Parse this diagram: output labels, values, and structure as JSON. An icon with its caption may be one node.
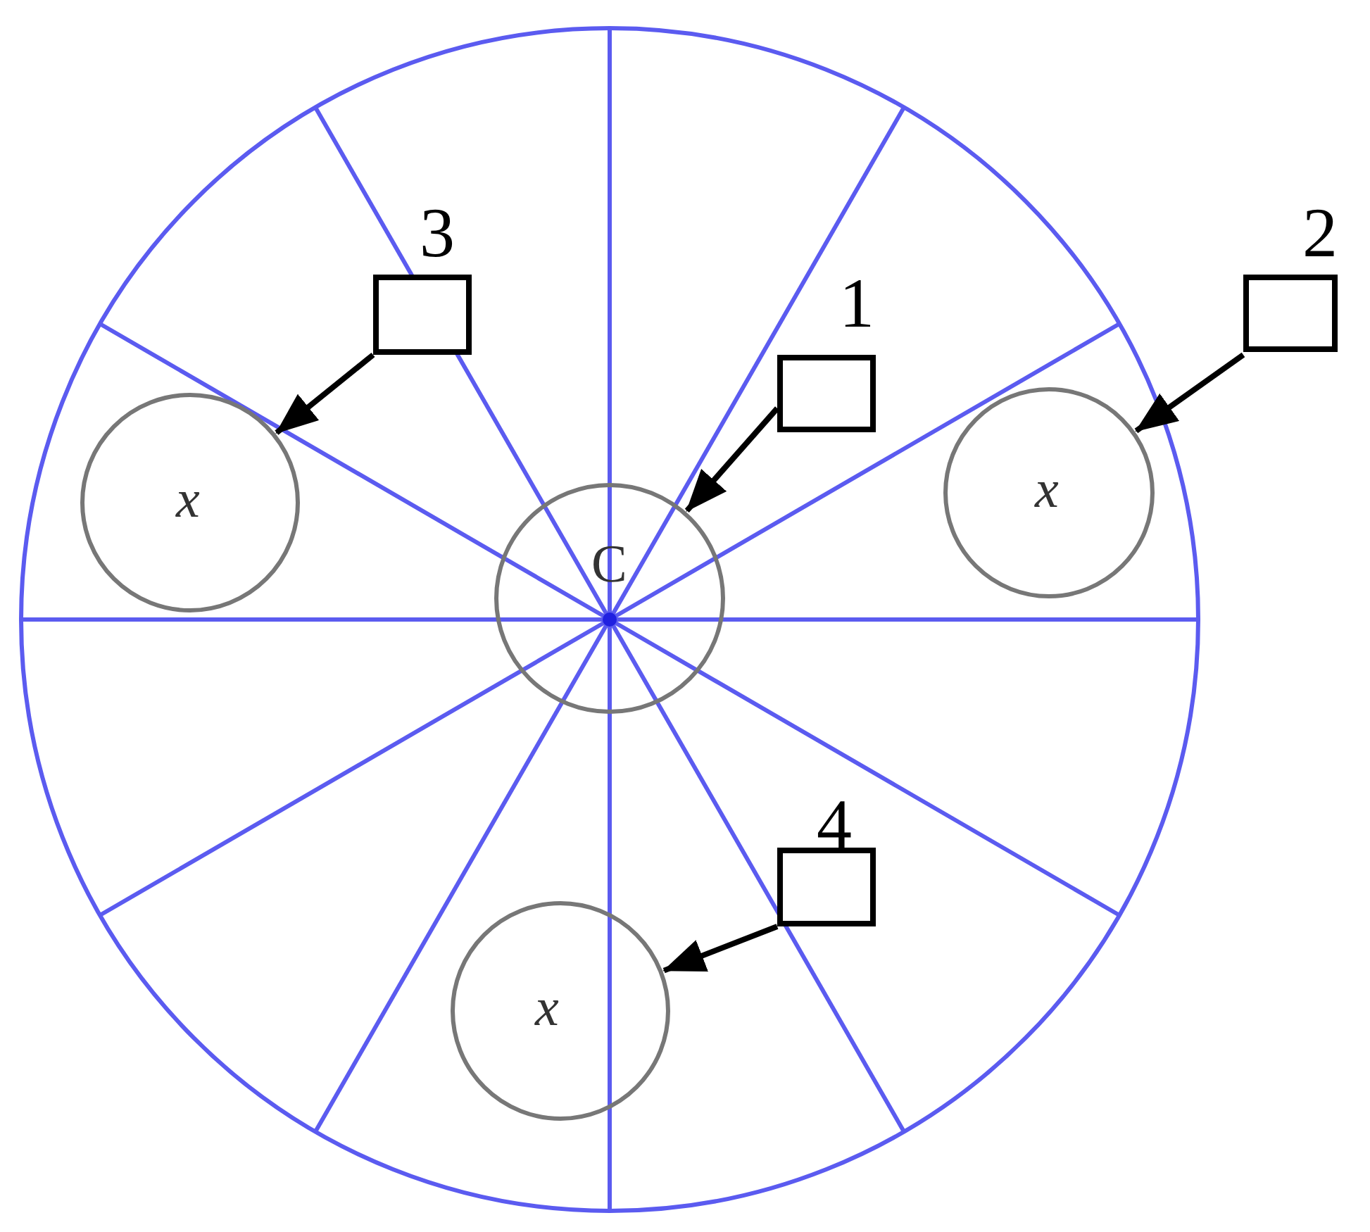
{
  "diagram": {
    "nodes": [
      {
        "text": [
          "3"
        ]
      },
      {
        "text": [
          "2"
        ]
      },
      {
        "text": [
          "1"
        ]
      },
      {
        "text": [
          "x"
        ]
      },
      {
        "text": [
          "x"
        ]
      },
      {
        "text": [
          "C"
        ]
      },
      {
        "text": [
          "4"
        ]
      },
      {
        "text": [
          "x"
        ]
      }
    ],
    "edges": [
      {
        "from": 0,
        "to": 3,
        "arrow": "to"
      },
      {
        "from": 1,
        "to": 4,
        "arrow": "to"
      },
      {
        "from": 2,
        "to": 5,
        "arrow": "to"
      },
      {
        "from": 6,
        "to": 7,
        "arrow": "to"
      }
    ]
  }
}
